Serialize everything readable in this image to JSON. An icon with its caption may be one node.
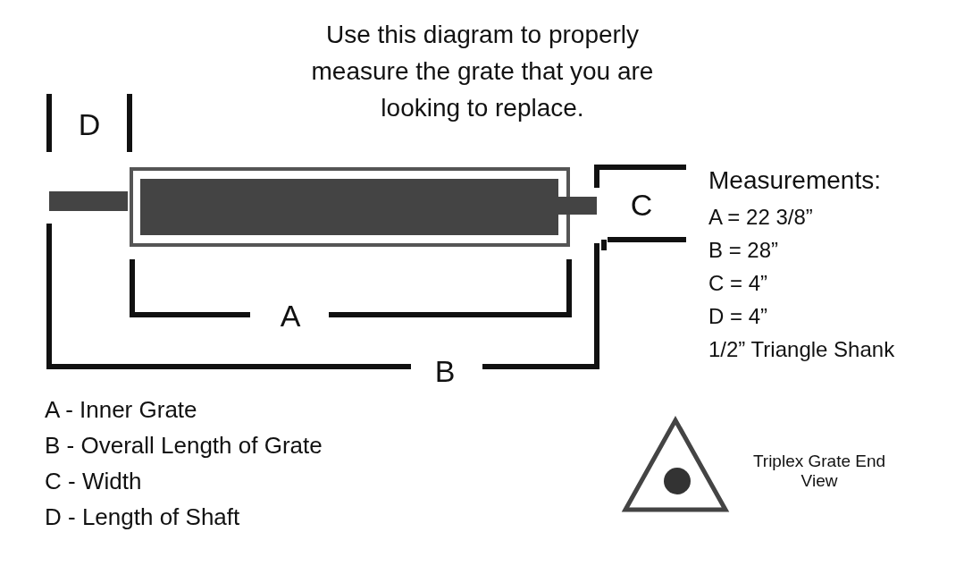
{
  "diagram": {
    "title": "Use this diagram to properly measure the grate that you are looking to replace.",
    "labels": [
      "D",
      "C",
      "A",
      "B",
      "Measurements:",
      "A = 22 3/8”",
      "B = 28”",
      "C = 4”",
      "D = 4”",
      "1/2” Triangle Shank",
      "A - Inner Grate",
      "B - Overall Length of Grate",
      "C - Width",
      "D - Length of Shaft",
      "Triplex Grate End View"
    ]
  }
}
